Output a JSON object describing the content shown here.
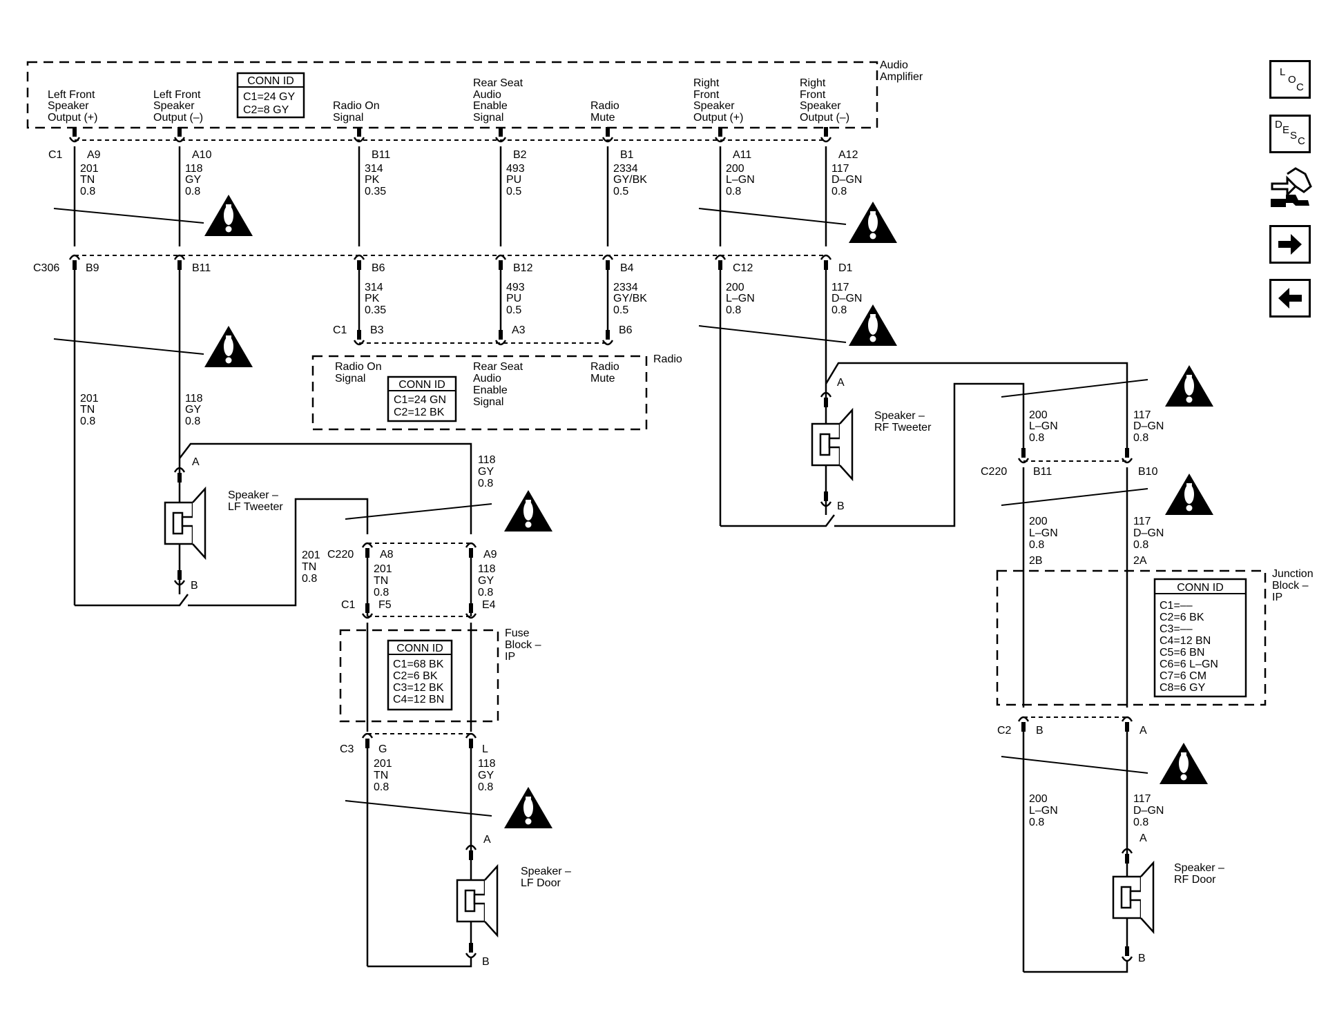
{
  "amplifier": {
    "name": [
      "Audio",
      "Amplifier"
    ],
    "conn_id": {
      "title": "CONN ID",
      "lines": [
        "C1=24 GY",
        "C2=8 GY"
      ]
    },
    "pins": [
      {
        "label": [
          "Left Front",
          "Speaker",
          "Output (+)"
        ],
        "pin": "A9",
        "wire": [
          "201",
          "TN",
          "0.8"
        ]
      },
      {
        "label": [
          "Left Front",
          "Speaker",
          "Output (–)"
        ],
        "pin": "A10",
        "wire": [
          "118",
          "GY",
          "0.8"
        ]
      },
      {
        "label": [
          "Radio On",
          "Signal"
        ],
        "pin": "B11",
        "wire": [
          "314",
          "PK",
          "0.35"
        ]
      },
      {
        "label": [
          "Rear Seat",
          "Audio",
          "Enable",
          "Signal"
        ],
        "pin": "B2",
        "wire": [
          "493",
          "PU",
          "0.5"
        ]
      },
      {
        "label": [
          "Radio",
          "Mute"
        ],
        "pin": "B1",
        "wire": [
          "2334",
          "GY/BK",
          "0.5"
        ]
      },
      {
        "label": [
          "Right",
          "Front",
          "Speaker",
          "Output (+)"
        ],
        "pin": "A11",
        "wire": [
          "200",
          "L–GN",
          "0.8"
        ]
      },
      {
        "label": [
          "Right",
          "Front",
          "Speaker",
          "Output (–)"
        ],
        "pin": "A12",
        "wire": [
          "117",
          "D–GN",
          "0.8"
        ]
      }
    ],
    "connector": "C1"
  },
  "c306": {
    "name": "C306",
    "pins": [
      "B9",
      "B11",
      "B6",
      "B12",
      "B4",
      "C12",
      "D1"
    ],
    "wires": [
      [
        "201",
        "TN",
        "0.8"
      ],
      [
        "118",
        "GY",
        "0.8"
      ],
      [
        "314",
        "PK",
        "0.35"
      ],
      [
        "493",
        "PU",
        "0.5"
      ],
      [
        "2334",
        "GY/BK",
        "0.5"
      ],
      [
        "200",
        "L–GN",
        "0.8"
      ],
      [
        "117",
        "D–GN",
        "0.8"
      ]
    ]
  },
  "radio": {
    "name": "Radio",
    "connector": "C1",
    "pins": [
      "B3",
      "A3",
      "B6"
    ],
    "labels": [
      [
        "Radio On",
        "Signal"
      ],
      [
        "Rear Seat",
        "Audio",
        "Enable",
        "Signal"
      ],
      [
        "Radio",
        "Mute"
      ]
    ],
    "conn_id": {
      "title": "CONN ID",
      "lines": [
        "C1=24 GN",
        "C2=12 BK"
      ]
    }
  },
  "lf_tweeter": {
    "name": [
      "Speaker –",
      "LF Tweeter"
    ],
    "pin_a": "A",
    "pin_b": "B",
    "wire_a": [
      "118",
      "GY",
      "0.8"
    ],
    "wire_b": [
      "201",
      "TN",
      "0.8"
    ]
  },
  "rf_tweeter": {
    "name": [
      "Speaker –",
      "RF Tweeter"
    ],
    "pin_a": "A",
    "pin_b": "B"
  },
  "c220_left": {
    "name": "C220",
    "pins": [
      "A8",
      "A9"
    ],
    "wires": [
      [
        "201",
        "TN",
        "0.8"
      ],
      [
        "118",
        "GY",
        "0.8"
      ]
    ]
  },
  "fuse_block": {
    "name": [
      "Fuse",
      "Block –",
      "IP"
    ],
    "top_connector": "C1",
    "top_pins": [
      "F5",
      "E4"
    ],
    "bottom_connector": "C3",
    "bottom_pins": [
      "G",
      "L"
    ],
    "conn_id": {
      "title": "CONN ID",
      "lines": [
        "C1=68 BK",
        "C2=6 BK",
        "C3=12 BK",
        "C4=12 BN"
      ]
    },
    "wires": [
      [
        "201",
        "TN",
        "0.8"
      ],
      [
        "118",
        "GY",
        "0.8"
      ]
    ]
  },
  "lf_door": {
    "name": [
      "Speaker –",
      "LF Door"
    ],
    "pin_a": "A",
    "pin_b": "B"
  },
  "right_wires_upper": [
    [
      "200",
      "L–GN",
      "0.8"
    ],
    [
      "117",
      "D–GN",
      "0.8"
    ]
  ],
  "c220_right": {
    "name": "C220",
    "pins": [
      "B11",
      "B10"
    ],
    "wires": [
      [
        "200",
        "L–GN",
        "0.8"
      ],
      [
        "117",
        "D–GN",
        "0.8"
      ]
    ]
  },
  "junction_block": {
    "name": [
      "Junction",
      "Block –",
      "IP"
    ],
    "pins_top": [
      "2B",
      "2A"
    ],
    "connector": "C2",
    "pins_bottom": [
      "B",
      "A"
    ],
    "conn_id": {
      "title": "CONN ID",
      "lines": [
        "C1=––",
        "C2=6 BK",
        "C3=––",
        "C4=12 BN",
        "C5=6 BN",
        "C6=6 L–GN",
        "C7=6 CM",
        "C8=6 GY"
      ]
    },
    "wires": [
      [
        "200",
        "L–GN",
        "0.8"
      ],
      [
        "117",
        "D–GN",
        "0.8"
      ]
    ]
  },
  "rf_door": {
    "name": [
      "Speaker –",
      "RF Door"
    ],
    "pin_a": "A",
    "pin_b": "B"
  },
  "nav": {
    "loc": [
      "L",
      "O",
      "C"
    ],
    "desc": [
      "D",
      "E",
      "S",
      "C"
    ],
    "icons": [
      "connector-tools-icon",
      "arrow-right-icon",
      "arrow-left-icon"
    ]
  }
}
